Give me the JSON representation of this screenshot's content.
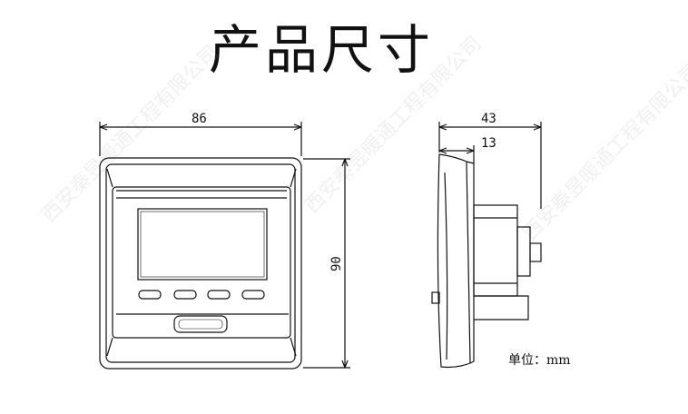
{
  "title": "产品尺寸",
  "front_view": {
    "width_label": "86",
    "height_label": "90"
  },
  "side_view": {
    "depth_label": "43",
    "inner_label": "13"
  },
  "unit_label": "单位：mm",
  "watermark": "西安秦昱暖通工程有限公司"
}
